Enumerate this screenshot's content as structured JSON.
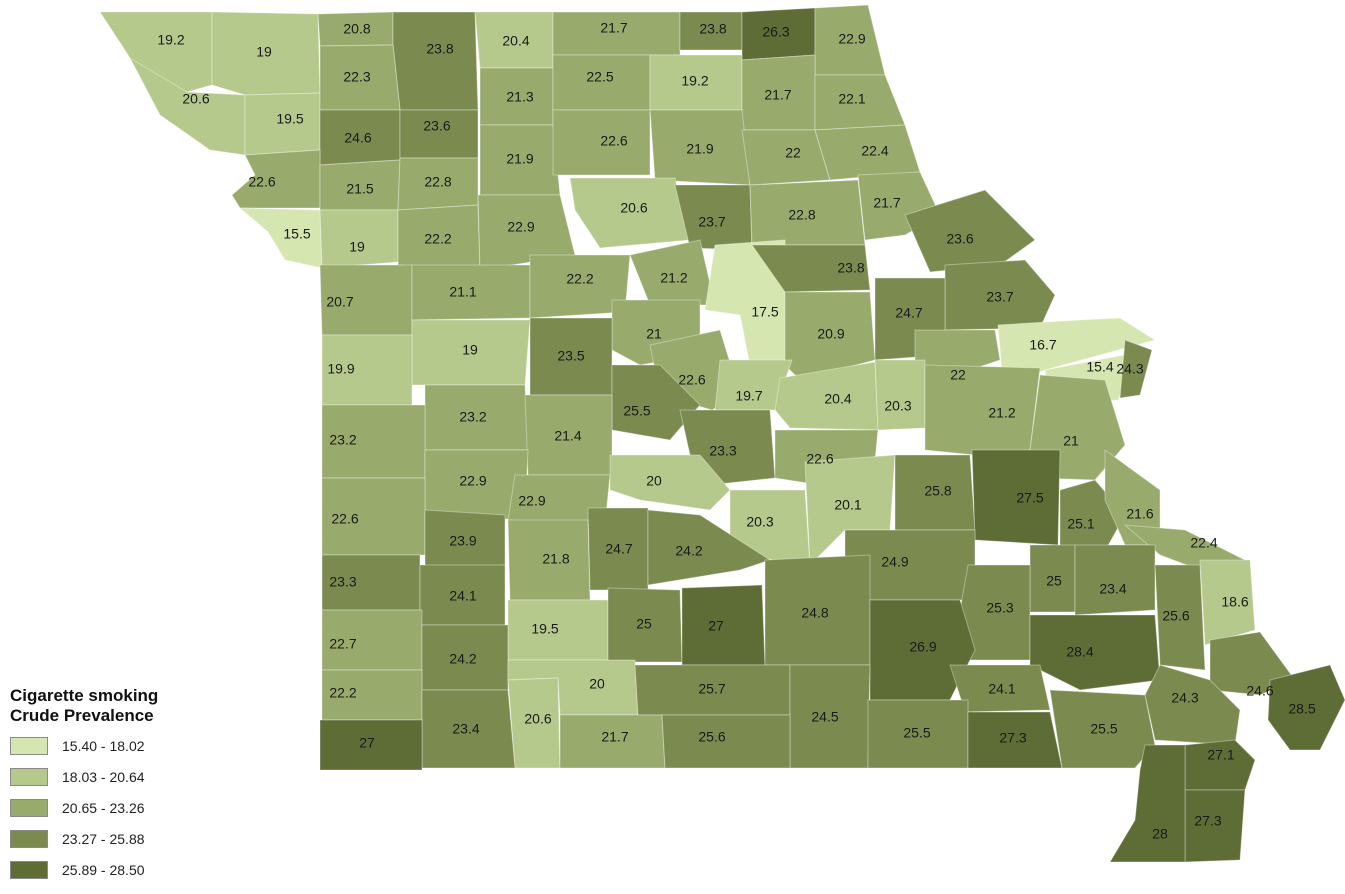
{
  "legend": {
    "title_line1": "Cigarette smoking",
    "title_line2": "Crude Prevalence",
    "classes": [
      {
        "label": "15.40 - 18.02",
        "min": 15.4,
        "max": 18.02,
        "color": "#d6e6b0"
      },
      {
        "label": "18.03 - 20.64",
        "min": 18.03,
        "max": 20.64,
        "color": "#b6c98c"
      },
      {
        "label": "20.65 - 23.26",
        "min": 20.65,
        "max": 23.26,
        "color": "#98ab6c"
      },
      {
        "label": "23.27 - 25.88",
        "min": 23.27,
        "max": 25.88,
        "color": "#7b8b50"
      },
      {
        "label": "25.89 - 28.50",
        "min": 25.89,
        "max": 28.5,
        "color": "#5e6c36"
      }
    ]
  },
  "counties": [
    {
      "value": "19.2"
    },
    {
      "value": "19"
    },
    {
      "value": "20.8"
    },
    {
      "value": "23.8"
    },
    {
      "value": "20.4"
    },
    {
      "value": "21.7"
    },
    {
      "value": "23.8"
    },
    {
      "value": "26.3"
    },
    {
      "value": "22.9"
    },
    {
      "value": "20.6"
    },
    {
      "value": "19.5"
    },
    {
      "value": "22.3"
    },
    {
      "value": "21.3"
    },
    {
      "value": "22.5"
    },
    {
      "value": "19.2"
    },
    {
      "value": "21.7"
    },
    {
      "value": "22.1"
    },
    {
      "value": "24.6"
    },
    {
      "value": "23.6"
    },
    {
      "value": "21.9"
    },
    {
      "value": "22.6"
    },
    {
      "value": "21.9"
    },
    {
      "value": "22"
    },
    {
      "value": "22.4"
    },
    {
      "value": "22.6"
    },
    {
      "value": "21.5"
    },
    {
      "value": "22.8"
    },
    {
      "value": "15.5"
    },
    {
      "value": "19"
    },
    {
      "value": "22.2"
    },
    {
      "value": "22.9"
    },
    {
      "value": "20.6"
    },
    {
      "value": "23.7"
    },
    {
      "value": "22.8"
    },
    {
      "value": "21.7"
    },
    {
      "value": "23.6"
    },
    {
      "value": "20.7"
    },
    {
      "value": "21.1"
    },
    {
      "value": "22.2"
    },
    {
      "value": "21.2"
    },
    {
      "value": "17.5"
    },
    {
      "value": "23.8"
    },
    {
      "value": "23.7"
    },
    {
      "value": "24.7"
    },
    {
      "value": "20.9"
    },
    {
      "value": "21"
    },
    {
      "value": "23.5"
    },
    {
      "value": "19"
    },
    {
      "value": "19.9"
    },
    {
      "value": "22.6"
    },
    {
      "value": "22"
    },
    {
      "value": "16.7"
    },
    {
      "value": "15.4"
    },
    {
      "value": "24.3"
    },
    {
      "value": "25.5"
    },
    {
      "value": "19.7"
    },
    {
      "value": "20.4"
    },
    {
      "value": "20.3"
    },
    {
      "value": "21.2"
    },
    {
      "value": "23.2"
    },
    {
      "value": "23.2"
    },
    {
      "value": "21.4"
    },
    {
      "value": "23.3"
    },
    {
      "value": "22.6"
    },
    {
      "value": "21"
    },
    {
      "value": "20"
    },
    {
      "value": "25.8"
    },
    {
      "value": "27.5"
    },
    {
      "value": "22.9"
    },
    {
      "value": "22.9"
    },
    {
      "value": "20.3"
    },
    {
      "value": "20.1"
    },
    {
      "value": "25.1"
    },
    {
      "value": "21.6"
    },
    {
      "value": "22.6"
    },
    {
      "value": "23.9"
    },
    {
      "value": "21.8"
    },
    {
      "value": "24.7"
    },
    {
      "value": "24.2"
    },
    {
      "value": "24.9"
    },
    {
      "value": "22.4"
    },
    {
      "value": "23.3"
    },
    {
      "value": "24.1"
    },
    {
      "value": "25"
    },
    {
      "value": "23.4"
    },
    {
      "value": "25.6"
    },
    {
      "value": "25.3"
    },
    {
      "value": "19.5"
    },
    {
      "value": "25"
    },
    {
      "value": "27"
    },
    {
      "value": "24.8"
    },
    {
      "value": "18.6"
    },
    {
      "value": "22.7"
    },
    {
      "value": "24.2"
    },
    {
      "value": "26.9"
    },
    {
      "value": "28.4"
    },
    {
      "value": "24.6"
    },
    {
      "value": "20"
    },
    {
      "value": "25.7"
    },
    {
      "value": "22.2"
    },
    {
      "value": "24.1"
    },
    {
      "value": "24.3"
    },
    {
      "value": "28.5"
    },
    {
      "value": "20.6"
    },
    {
      "value": "24.5"
    },
    {
      "value": "23.4"
    },
    {
      "value": "21.7"
    },
    {
      "value": "25.6"
    },
    {
      "value": "25.5"
    },
    {
      "value": "27.3"
    },
    {
      "value": "25.5"
    },
    {
      "value": "27.1"
    },
    {
      "value": "27"
    },
    {
      "value": "27.3"
    },
    {
      "value": "28"
    }
  ]
}
